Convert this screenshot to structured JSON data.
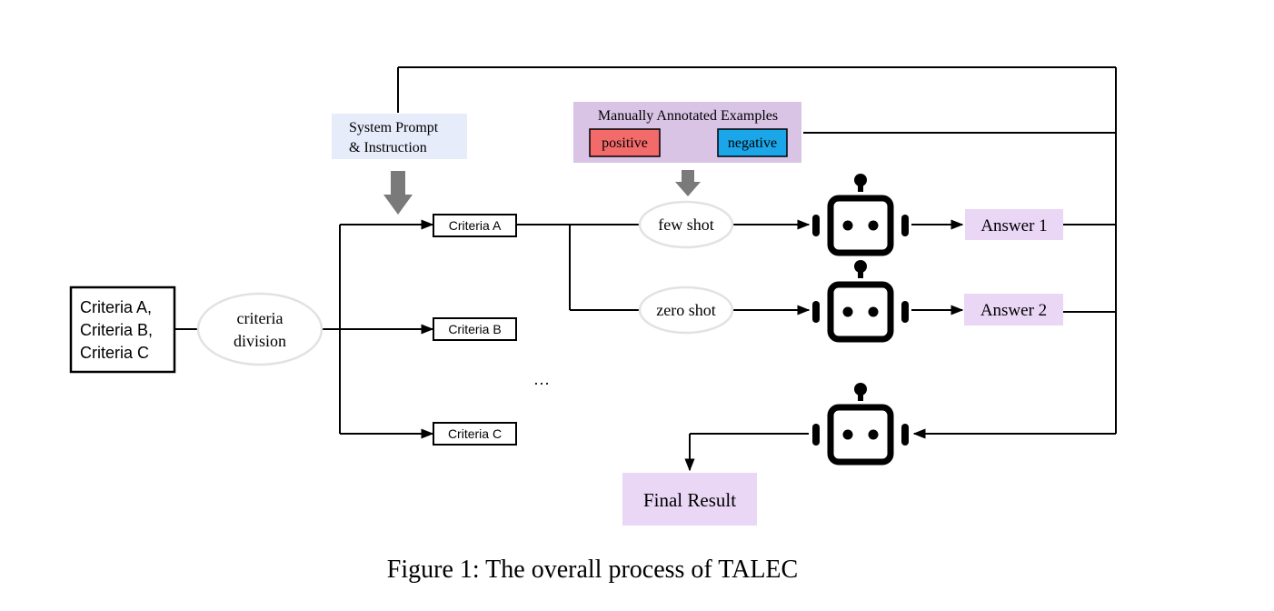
{
  "input_box": {
    "lines": [
      "Criteria A,",
      "Criteria B,",
      "Criteria C"
    ]
  },
  "division_node": {
    "lines": [
      "criteria",
      "division"
    ]
  },
  "system_prompt": {
    "lines": [
      "System Prompt",
      "& Instruction"
    ]
  },
  "criteria": {
    "a": "Criteria A",
    "b": "Criteria B",
    "c": "Criteria C"
  },
  "ellipsis": "…",
  "examples": {
    "title": "Manually Annotated Examples",
    "positive": "positive",
    "negative": "negative"
  },
  "shots": {
    "few": "few shot",
    "zero": "zero shot"
  },
  "answers": {
    "a1": "Answer 1",
    "a2": "Answer 2"
  },
  "final": "Final Result",
  "caption": "Figure 1: The overall process of TALEC",
  "colors": {
    "prompt_bg": "#e7ecfa",
    "examples_bg": "#d9c4e6",
    "positive": "#f26a6a",
    "negative": "#1aa6e8",
    "answer_bg": "#ead6f5",
    "ellipse_stroke": "#e2e2e2",
    "gray_arrow": "#7a7a7a",
    "line": "#000000"
  },
  "icons": {
    "robot": "robot-icon",
    "arrow": "down-arrow-icon"
  }
}
